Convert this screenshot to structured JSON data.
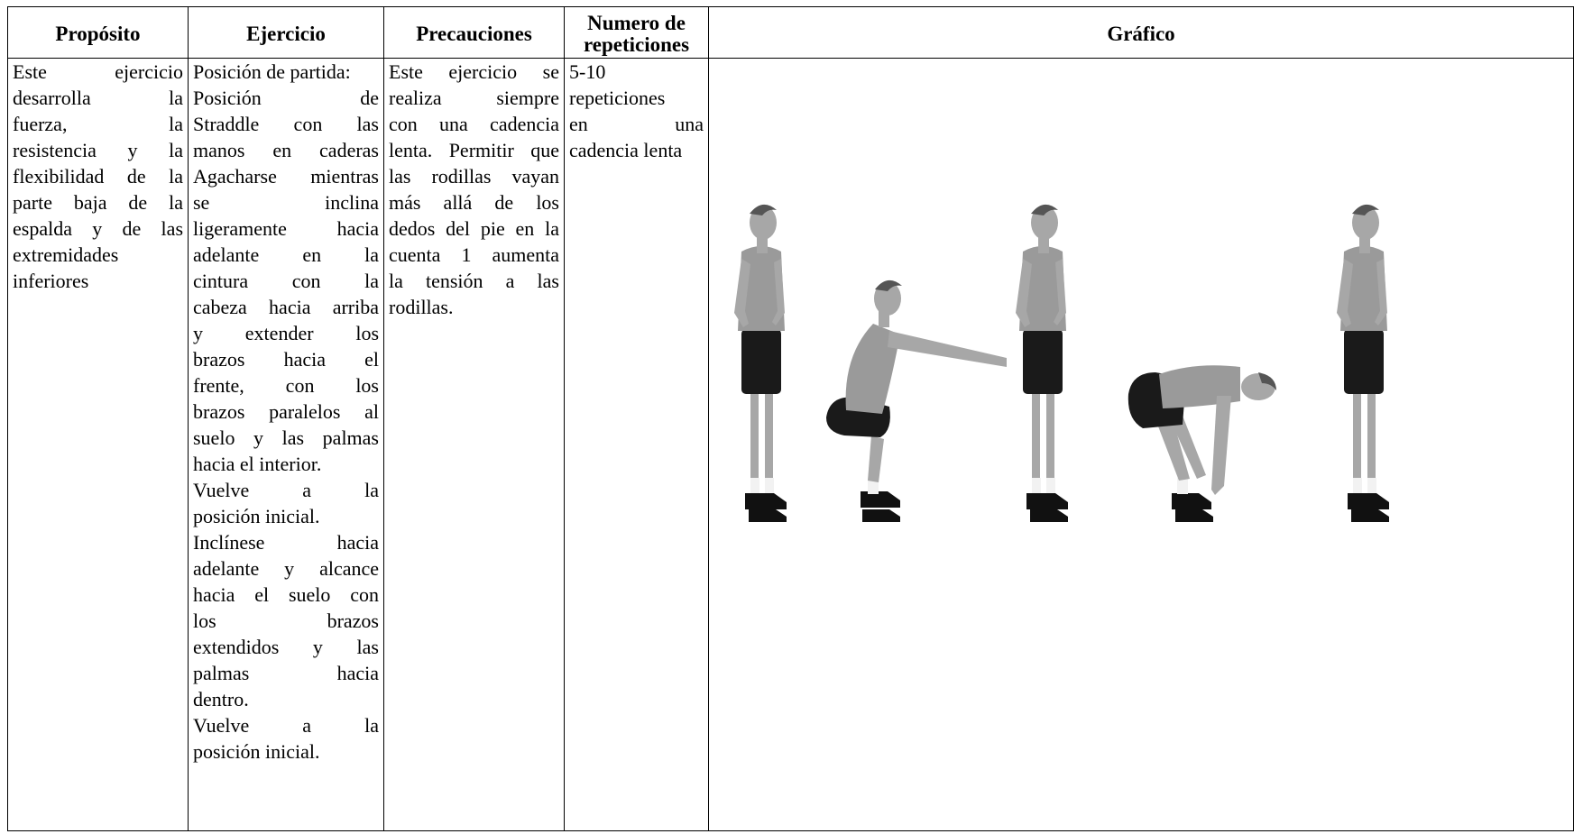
{
  "headers": {
    "proposito": "Propósito",
    "ejercicio": "Ejercicio",
    "precauciones": "Precauciones",
    "repeticiones_l1": "Numero de",
    "repeticiones_l2": "repeticiones",
    "grafico": "Gráfico"
  },
  "row": {
    "proposito": [
      "Este ejercicio",
      "desarrolla la",
      "fuerza, la",
      "resistencia y la",
      "flexibilidad de la",
      "parte baja de la",
      "espalda y de las",
      "extremidades",
      "inferiores"
    ],
    "ejercicio": [
      "Posición de partida:",
      "Posición de",
      "Straddle con las",
      "manos en caderas",
      "Agacharse mientras",
      "se inclina",
      "ligeramente hacia",
      "adelante en la",
      "cintura con la",
      "cabeza hacia arriba",
      "y extender los",
      "brazos hacia el",
      "frente, con los",
      "brazos paralelos al",
      "suelo y las palmas",
      "hacia el interior.",
      "Vuelve a la",
      "posición inicial.",
      "Inclínese hacia",
      "adelante y alcance",
      "hacia el suelo con",
      "los brazos",
      "extendidos y las",
      "palmas hacia",
      "dentro.",
      "Vuelve a la",
      "posición inicial."
    ],
    "precauciones": [
      "Este ejercicio se",
      "realiza siempre",
      "con una cadencia",
      "lenta. Permitir que",
      "las rodillas vayan",
      "más allá de los",
      "dedos del pie en la",
      "cuenta 1 aumenta",
      "la tensión a las",
      "rodillas."
    ],
    "repeticiones": [
      "5-10",
      "repeticiones",
      "en una",
      "cadencia lenta"
    ]
  },
  "graphic": {
    "figures": [
      "standing",
      "squat-arms-forward",
      "standing",
      "bend-forward-reach",
      "standing"
    ],
    "colors": {
      "shirt": "#9a9a9a",
      "shorts": "#1a1a1a",
      "skin": "#a7a7a7",
      "shoes": "#111111",
      "socks": "#f2f2f2"
    }
  }
}
